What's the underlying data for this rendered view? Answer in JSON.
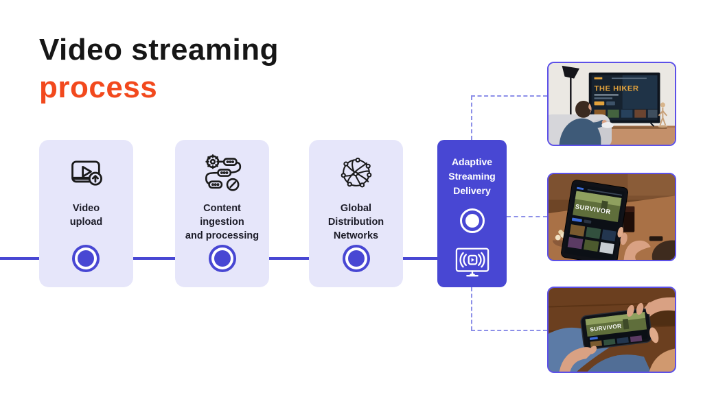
{
  "title": {
    "line1": "Video streaming",
    "line2": "process"
  },
  "steps": [
    {
      "label": "Video\nupload",
      "icon": "video-upload-icon"
    },
    {
      "label": "Content\ningestion\nand processing",
      "icon": "content-ingestion-icon"
    },
    {
      "label": "Global\nDistribution\nNetworks",
      "icon": "global-distribution-icon"
    }
  ],
  "delivery": {
    "label": "Adaptive\nStreaming\nDelivery",
    "icons": [
      "record-circle-icon",
      "streaming-tv-icon"
    ]
  },
  "devices": [
    {
      "name": "smart-tv",
      "screen_title": "THE HIKER"
    },
    {
      "name": "tablet",
      "screen_title": "SURVIVOR"
    },
    {
      "name": "smartphone",
      "screen_title": "SURVIVOR"
    }
  ],
  "colors": {
    "accent_blue": "#4847D3",
    "card_lavender": "#E6E6FA",
    "title_black": "#161616",
    "title_orange": "#F2491D",
    "dash_purple": "#8C8FE8",
    "photo_border": "#5C50E8"
  }
}
